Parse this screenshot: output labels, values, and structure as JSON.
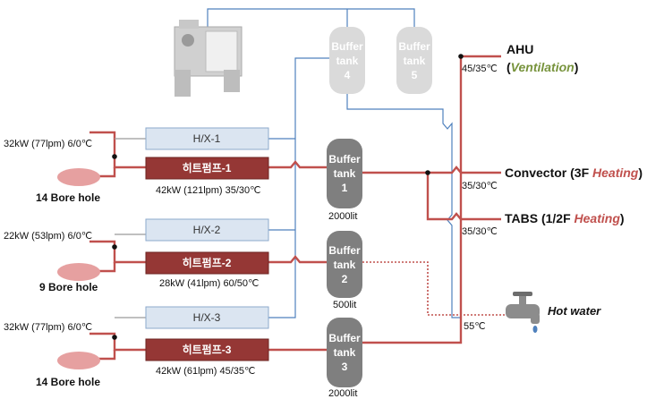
{
  "colors": {
    "hot_pipe": "#c0504d",
    "cold_pipe": "#4f81bd",
    "heat_pump_fill": "#953735",
    "hx_fill": "#dbe5f1",
    "buffer_dark": "#7f7f7f",
    "buffer_light": "#d9d9d9",
    "bore_fill": "#e6a0a0",
    "ventilation_text": "#77933c",
    "heating_text": "#c0504d"
  },
  "chiller": {
    "icon": "water-cooled-chiller-icon"
  },
  "buffer_tanks_top": [
    {
      "line1": "Buffer",
      "line2": "tank",
      "line3": "4"
    },
    {
      "line1": "Buffer",
      "line2": "tank",
      "line3": "5"
    }
  ],
  "rows": [
    {
      "source_label": "32kW (77lpm) 6/0℃",
      "bore_label": "14 Bore hole",
      "hx_label": "H/X-1",
      "heat_pump_label": "히트펌프-1",
      "heat_pump_spec": "42kW (121lpm) 35/30℃",
      "tank": {
        "line1": "Buffer",
        "line2": "tank",
        "line3": "1",
        "capacity": "2000lit"
      }
    },
    {
      "source_label": "22kW (53lpm) 6/0℃",
      "bore_label": "9 Bore hole",
      "hx_label": "H/X-2",
      "heat_pump_label": "히트펌프-2",
      "heat_pump_spec": "28kW (41lpm) 60/50℃",
      "tank": {
        "line1": "Buffer",
        "line2": "tank",
        "line3": "2",
        "capacity": "500lit"
      }
    },
    {
      "source_label": "32kW (77lpm) 6/0℃",
      "bore_label": "14 Bore hole",
      "hx_label": "H/X-3",
      "heat_pump_label": "히트펌프-3",
      "heat_pump_spec": "42kW (61lpm) 45/35℃",
      "tank": {
        "line1": "Buffer",
        "line2": "tank",
        "line3": "3",
        "capacity": "2000lit"
      }
    }
  ],
  "outputs": {
    "ahu": {
      "title": "AHU",
      "open": "(",
      "sub": "Ventilation",
      "close": ")",
      "temp": "45/35℃"
    },
    "convector": {
      "prefix": "Convector (3F ",
      "italic": "Heating",
      "close": ")",
      "temp": "35/30℃"
    },
    "tabs": {
      "prefix": "TABS (1/2F ",
      "italic": "Heating",
      "close": ")",
      "temp": "35/30℃"
    },
    "hot_water": {
      "label": "Hot water",
      "temp": "55℃",
      "icon": "faucet-icon"
    }
  }
}
